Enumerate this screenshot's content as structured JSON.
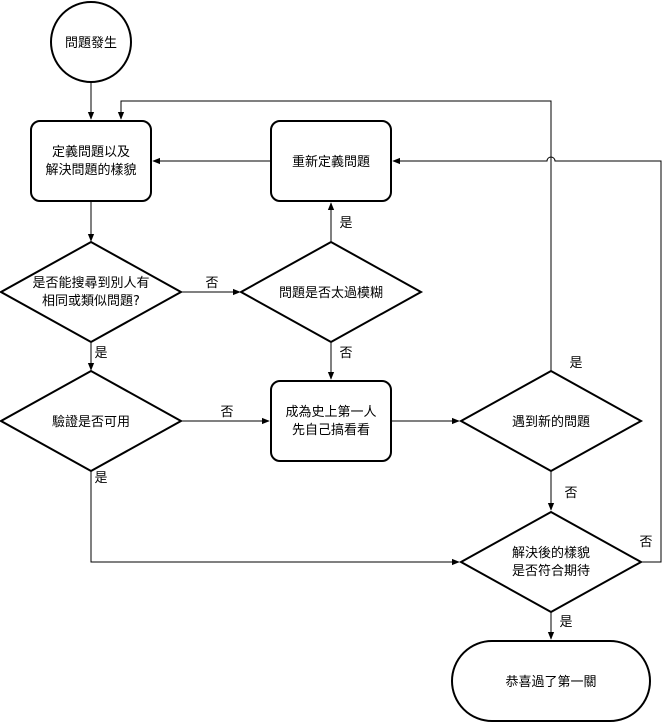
{
  "nodes": {
    "start": {
      "lines": [
        "問題發生"
      ]
    },
    "define": {
      "lines": [
        "定義問題以及",
        "解決問題的樣貌"
      ]
    },
    "redefine": {
      "lines": [
        "重新定義問題"
      ]
    },
    "search": {
      "lines": [
        "是否能搜尋到別人有",
        "相同或類似問題?"
      ]
    },
    "toovague": {
      "lines": [
        "問題是否太過模糊"
      ]
    },
    "verify": {
      "lines": [
        "驗證是否可用"
      ]
    },
    "pioneer": {
      "lines": [
        "成為史上第一人",
        "先自己搞看看"
      ]
    },
    "newproblem": {
      "lines": [
        "遇到新的問題"
      ]
    },
    "meets": {
      "lines": [
        "解決後的樣貌",
        "是否符合期待"
      ]
    },
    "end": {
      "lines": [
        "恭喜過了第一關"
      ]
    }
  },
  "edge_labels": {
    "search_no": "否",
    "search_yes": "是",
    "vague_yes": "是",
    "vague_no": "否",
    "verify_no": "否",
    "verify_yes": "是",
    "new_yes": "是",
    "new_no": "否",
    "meets_no": "否",
    "meets_yes": "是"
  }
}
